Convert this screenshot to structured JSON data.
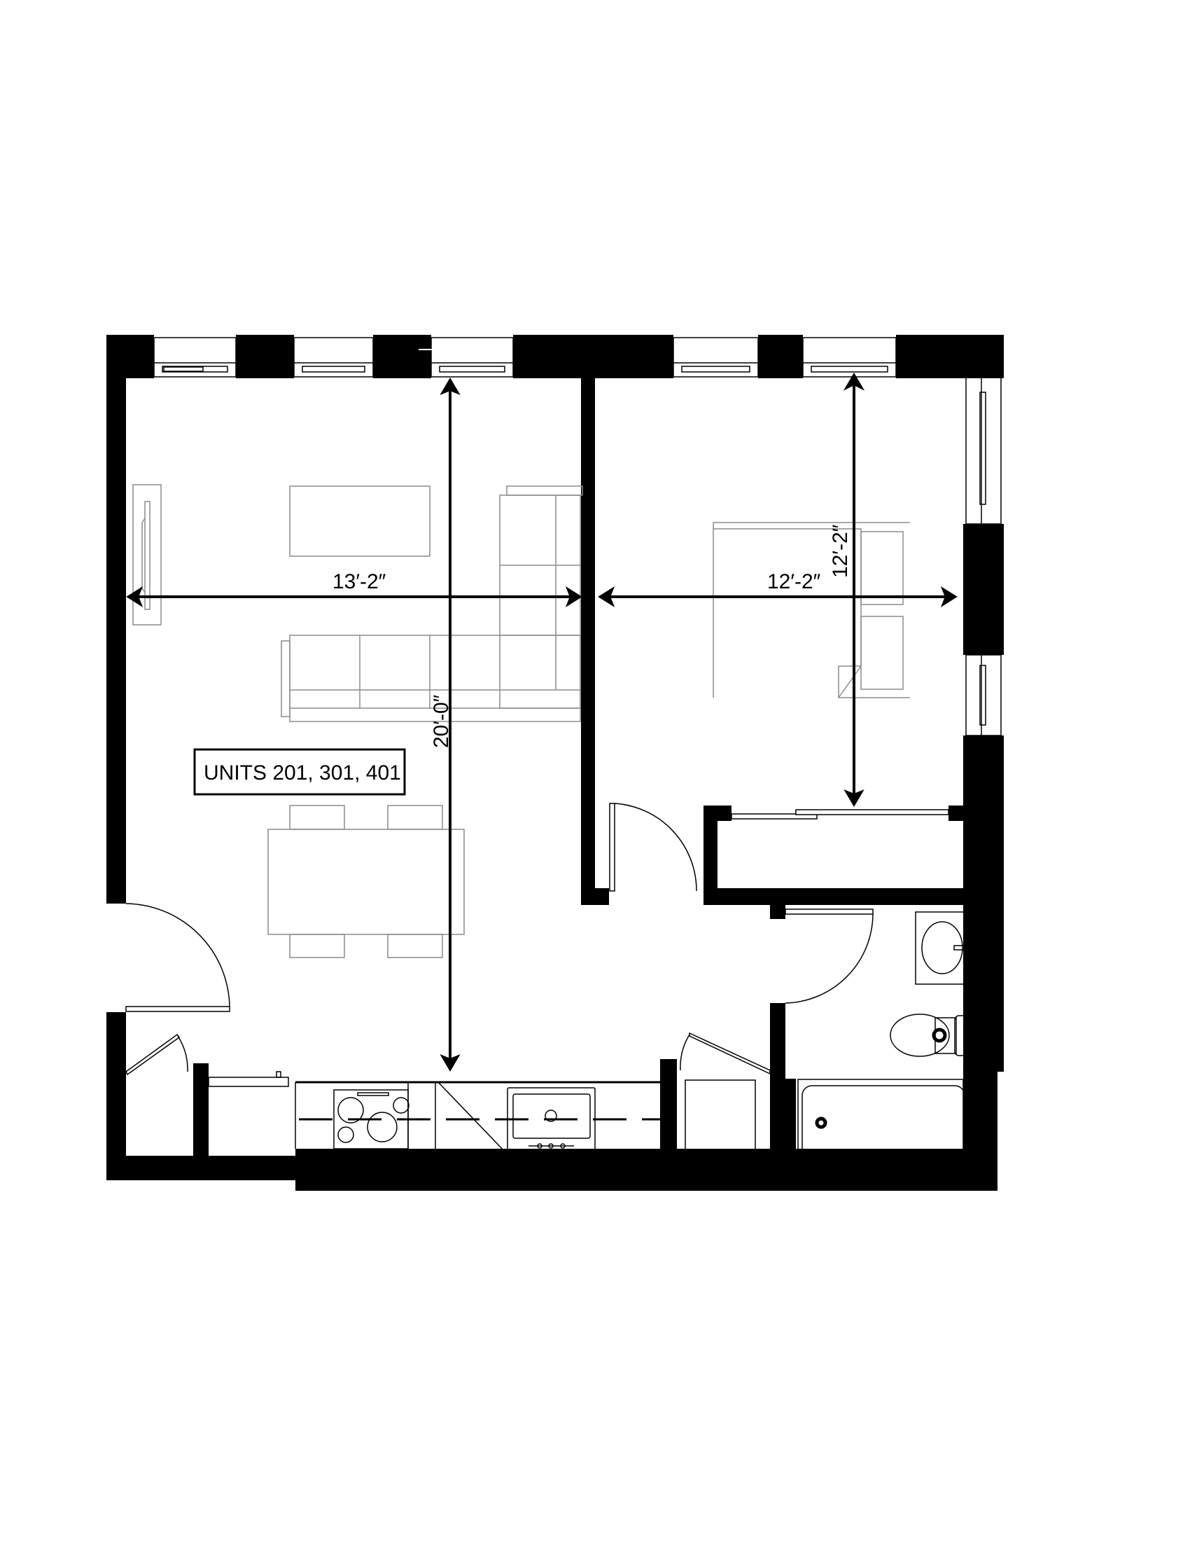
{
  "plan": {
    "title_label": "UNITS 201, 301, 401",
    "dimensions": {
      "living_width": "13′-2″",
      "bedroom_width": "12′-2″",
      "bedroom_depth": "12′-2″",
      "unit_depth": "20′-0″"
    },
    "rooms": [
      {
        "name": "living-dining",
        "furniture": [
          "tv-console",
          "coffee-table",
          "sectional-sofa",
          "dining-table",
          "dining-chairs"
        ]
      },
      {
        "name": "bedroom",
        "furniture": [
          "bed",
          "nightstand"
        ]
      },
      {
        "name": "closet"
      },
      {
        "name": "bathroom",
        "fixtures": [
          "sink",
          "toilet",
          "bathtub"
        ]
      },
      {
        "name": "kitchen",
        "fixtures": [
          "refrigerator",
          "cooktop",
          "sink",
          "dishwasher-cabinet"
        ]
      }
    ],
    "colors": {
      "wall": "#000000",
      "furniture_line": "#8c8c8c",
      "fixture_line": "#000000",
      "background": "#ffffff"
    }
  }
}
